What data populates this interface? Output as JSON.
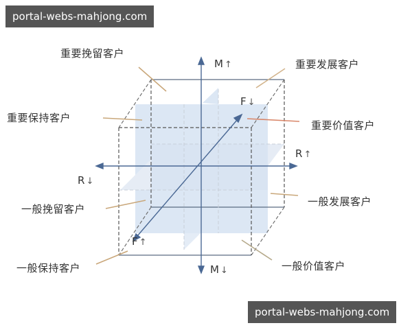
{
  "watermarks": {
    "top": "portal-webs-mahjong.com",
    "bottom": "portal-webs-mahjong.com"
  },
  "axes": {
    "m_up": {
      "letter": "M",
      "arrow": "↑"
    },
    "m_down": {
      "letter": "M",
      "arrow": "↓"
    },
    "r_up": {
      "letter": "R",
      "arrow": "↑"
    },
    "r_down": {
      "letter": "R",
      "arrow": "↓"
    },
    "f_up": {
      "letter": "F",
      "arrow": "↑"
    },
    "f_down": {
      "letter": "F",
      "arrow": "↓"
    }
  },
  "segments": {
    "important_retain": "重要挽留客户",
    "important_develop": "重要发展客户",
    "important_keep": "重要保持客户",
    "important_value": "重要价值客户",
    "general_retain": "一般挽留客户",
    "general_develop": "一般发展客户",
    "general_keep": "一般保持客户",
    "general_value": "一般价值客户"
  },
  "colors": {
    "axis": "#4a6894",
    "plane": "#dbe6f4",
    "leader": "#c9a77a",
    "leader_red": "#d9876a",
    "edge": "#555555",
    "watermark_bg": "#555555"
  }
}
